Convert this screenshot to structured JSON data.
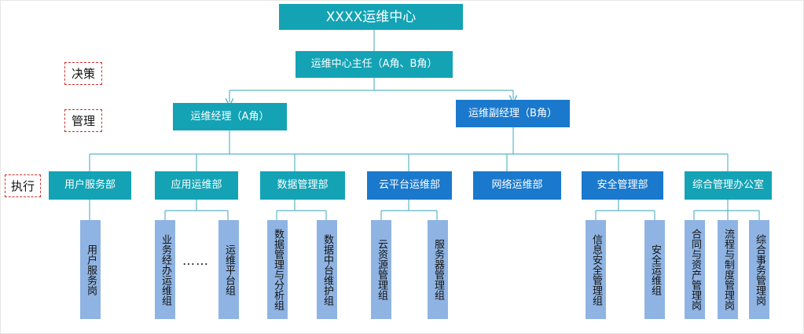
{
  "levels": {
    "decision": "决策",
    "management": "管理",
    "execution": "执行"
  },
  "top": {
    "title": "XXXX运维中心"
  },
  "director": {
    "label": "运维中心主任（A角、B角）"
  },
  "managers": {
    "a": "运维经理（A角）",
    "b": "运维副经理（B角）"
  },
  "departments": {
    "user_service": "用户服务部",
    "app_ops": "应用运维部",
    "data_mgmt": "数据管理部",
    "cloud_ops": "云平台运维部",
    "network_ops": "网络运维部",
    "security_mgmt": "安全管理部",
    "general_office": "综合管理办公室"
  },
  "teams": {
    "user_service_post": "用户服务岗",
    "business_ops": "业务经办运维组",
    "ellipsis": "……",
    "platform_ops": "运维平台组",
    "data_analysis": "数据管理与分析组",
    "data_center": "数据中台维护组",
    "cloud_resource": "云资源管理组",
    "server_mgmt": "服务器管理组",
    "info_security": "信息安全管理组",
    "security_ops": "安全运维组",
    "contract_asset": "合同与资产管理岗",
    "process_system": "流程与制度管理岗",
    "general_affairs": "综合事务管理岗"
  },
  "colors": {
    "teal": "#13a3b5",
    "blue": "#1a79cc",
    "leaf": "#8fb4e3",
    "line": "#5bb8c6",
    "level_border": "#d03030"
  }
}
